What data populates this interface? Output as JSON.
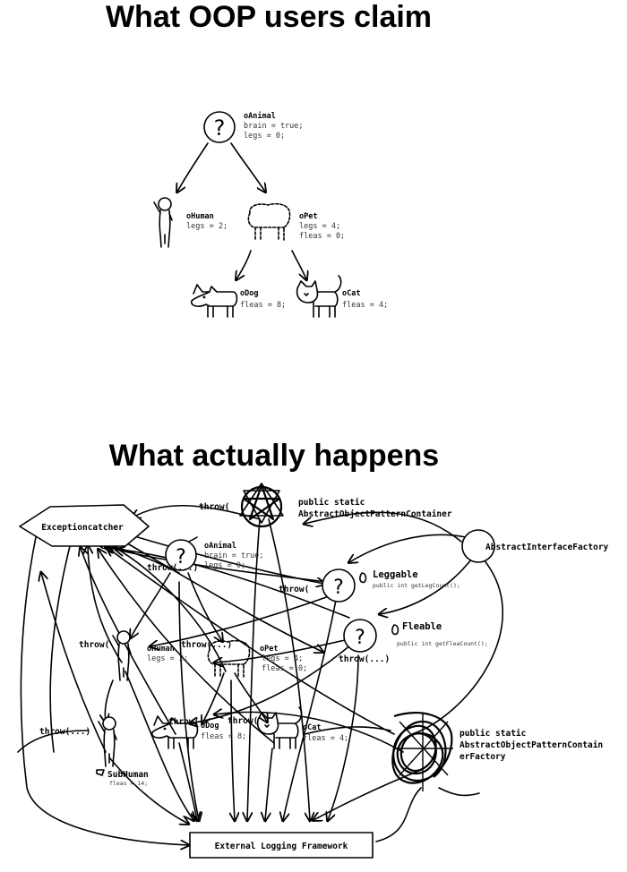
{
  "top": {
    "title": "What OOP users claim",
    "animal": {
      "name": "oAnimal",
      "line1": "brain = true;",
      "line2": "legs = 0;",
      "symbol": "?"
    },
    "human": {
      "name": "oHuman",
      "line1": "legs = 2;"
    },
    "pet": {
      "name": "oPet",
      "line1": "legs = 4;",
      "line2": "fleas = 0;"
    },
    "dog": {
      "name": "oDog",
      "line1": "fleas = 8;"
    },
    "cat": {
      "name": "oCat",
      "line1": "fleas = 4;"
    }
  },
  "bottom": {
    "title": "What actually happens",
    "exception_catcher": "Exceptioncatcher",
    "container": {
      "line1": "public static",
      "line2": "AbstractObjectPatternContainer"
    },
    "interface_factory": "AbstractInterfaceFactory",
    "leggable": {
      "name": "Leggable",
      "method": "public int getLegCount();"
    },
    "fleable": {
      "name": "Fleable",
      "method": "public int getFleaCount();"
    },
    "container_factory": {
      "line1": "public static",
      "line2": "AbstractObjectPatternContain",
      "line3": "erFactory"
    },
    "logging": "External Logging Framework",
    "throw_label": "throw(...)",
    "throw_label_short": "throw(",
    "animal": {
      "name": "oAnimal",
      "line1": "brain = true;",
      "line2": "legs = 0;"
    },
    "human": {
      "name": "oHuman",
      "line1": "legs = 2;"
    },
    "pet": {
      "name": "oPet",
      "line1": "legs = 4;",
      "line2": "fleas = 0;"
    },
    "dog": {
      "name": "oDog",
      "line1": "fleas = 8;"
    },
    "cat": {
      "name": "oCat",
      "line1": "fleas = 4;"
    },
    "subhuman": {
      "name": "SubHuman",
      "line1": "fleas = 14;"
    }
  }
}
